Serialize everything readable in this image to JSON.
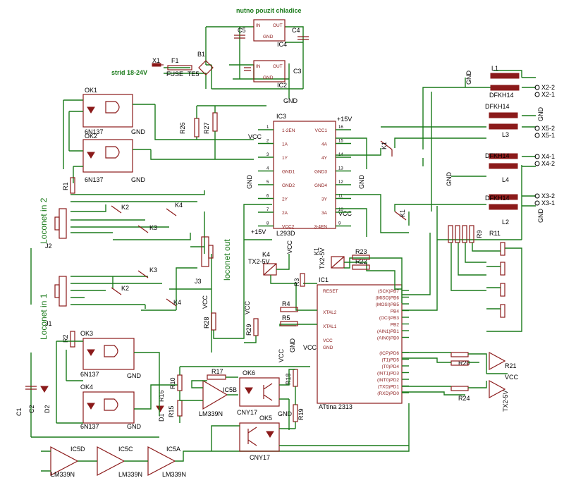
{
  "notes": {
    "cooler": "nutno pouzit chladice",
    "input": "strid 18-24V"
  },
  "connector_labels": {
    "in2": "Loconet in 2",
    "in1": "Loconet in 1",
    "out": "loconet out"
  },
  "parts": {
    "x1": "X1",
    "f1": "F1",
    "fuse": "FUSE",
    "t5": "TE5",
    "b1": "B1",
    "c5": "C5",
    "c4": "C4",
    "c3": "C3",
    "ic4": "IC4",
    "ic2": "IC2",
    "ok1": "OK1",
    "ok2": "OK2",
    "ok3": "OK3",
    "ok4": "OK4",
    "ok5": "OK5",
    "ok6": "OK6",
    "ok_type": "6N137",
    "cny": "CNY17",
    "ic3": "IC3",
    "l293": "L293D",
    "ic1": "IC1",
    "attiny": "ATtina 2313",
    "ic5a": "IC5A",
    "ic5b": "IC5B",
    "ic5c": "IC5C",
    "ic5d": "IC5D",
    "lm339": "LM339N",
    "r1": "R1",
    "r2": "R2",
    "r3": "R3",
    "r4": "R4",
    "r5": "R5",
    "r9": "R9",
    "r10": "R10",
    "r11": "R11",
    "r15": "R15",
    "r16": "R16",
    "r17": "R17",
    "r18": "R18",
    "r19": "R19",
    "r20": "R20",
    "r21": "R21",
    "r22": "R22",
    "r23": "R23",
    "r24": "R24",
    "r26": "R26",
    "r27": "R27",
    "r28": "R28",
    "r29": "R29",
    "l1": "L1",
    "l2": "L2",
    "l3": "L3",
    "l4": "L4",
    "dfkh": "DFKH14",
    "x2_2": "X2-2",
    "x2_1": "X2-1",
    "x5_2": "X5-2",
    "x5_1": "X5-1",
    "x4_1": "X4-1",
    "x4_2": "X4-2",
    "x3_2": "X3-2",
    "x3_1": "X3-1",
    "k1": "K1",
    "k2": "K2",
    "k3": "K3",
    "k4": "K4",
    "j1": "J1",
    "j2": "J2",
    "j3": "J3",
    "tx2": "TX2-5V",
    "tx3": "TX2-5V",
    "c1": "C1",
    "c2": "C2",
    "d1": "D1",
    "d2": "D2"
  },
  "power": {
    "gnd": "GND",
    "vcc": "VCC",
    "v15": "+15V"
  },
  "l293_pins_left": [
    "1-2EN",
    "1A",
    "1Y",
    "GND1",
    "GND2",
    "2Y",
    "2A",
    "VCC2"
  ],
  "l293_pins_right": [
    "VCC1",
    "4A",
    "4Y",
    "GND3",
    "GND4",
    "3Y",
    "3A",
    "3-4EN"
  ],
  "l293_pinnums_left": [
    "1",
    "2",
    "3",
    "4",
    "5",
    "6",
    "7",
    "8"
  ],
  "l293_pinnums_right": [
    "16",
    "15",
    "14",
    "13",
    "12",
    "11",
    "10",
    "9"
  ],
  "attiny_pins_left": [
    "RESET",
    "XTAL2",
    "XTAL1",
    "VCC",
    "GND"
  ],
  "attiny_pins_right": [
    "(SCK)PB7",
    "(MISO)PB6",
    "(MOSI)PB5",
    "PB4",
    "(OCI)PB3",
    "PB2",
    "(AIN1)PB1",
    "(AIN0)PB0",
    "(ICP)PD6",
    "(T1)PD5",
    "(T0)PD4",
    "(INT1)PD3",
    "(INT0)PD2",
    "(TXD)PD1",
    "(RXD)PD0"
  ],
  "regulator_pins": {
    "in": "IN",
    "out": "OUT",
    "gnd": "GND"
  }
}
